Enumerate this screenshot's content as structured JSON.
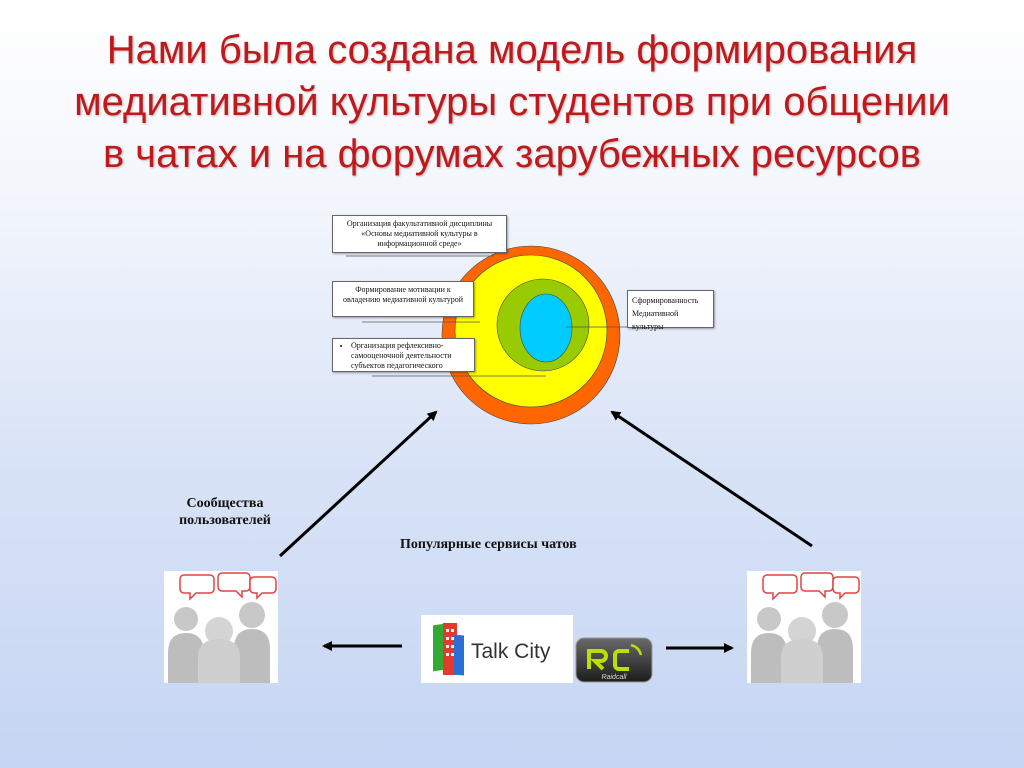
{
  "title": {
    "line1": "Нами была создана модель формирования",
    "line2": "медиативной культуры студентов при общении",
    "line3": "в чатах и на форумах зарубежных ресурсов"
  },
  "boxes": {
    "box1": "Организация факультативной дисциплины «Основы медиативной культуры в информационной среде»",
    "box2": "Формирование мотивации к овладению медиативной культурой",
    "box3": "Организация рефлексивно-самооценочной деятельности субъектов педагогического образования",
    "result": "Сформированность Медиативной культуры"
  },
  "labels": {
    "communities": "Сообщества пользователей",
    "services": "Популярные сервисы чатов"
  },
  "logos": {
    "talkcity": "Talk City",
    "raidcall": "Raidcall"
  },
  "colors": {
    "title": "#c0191c",
    "ring_outer": "#ff6600",
    "ring_yellow": "#ffff00",
    "ring_green": "#99cc00",
    "core": "#00ccff"
  }
}
